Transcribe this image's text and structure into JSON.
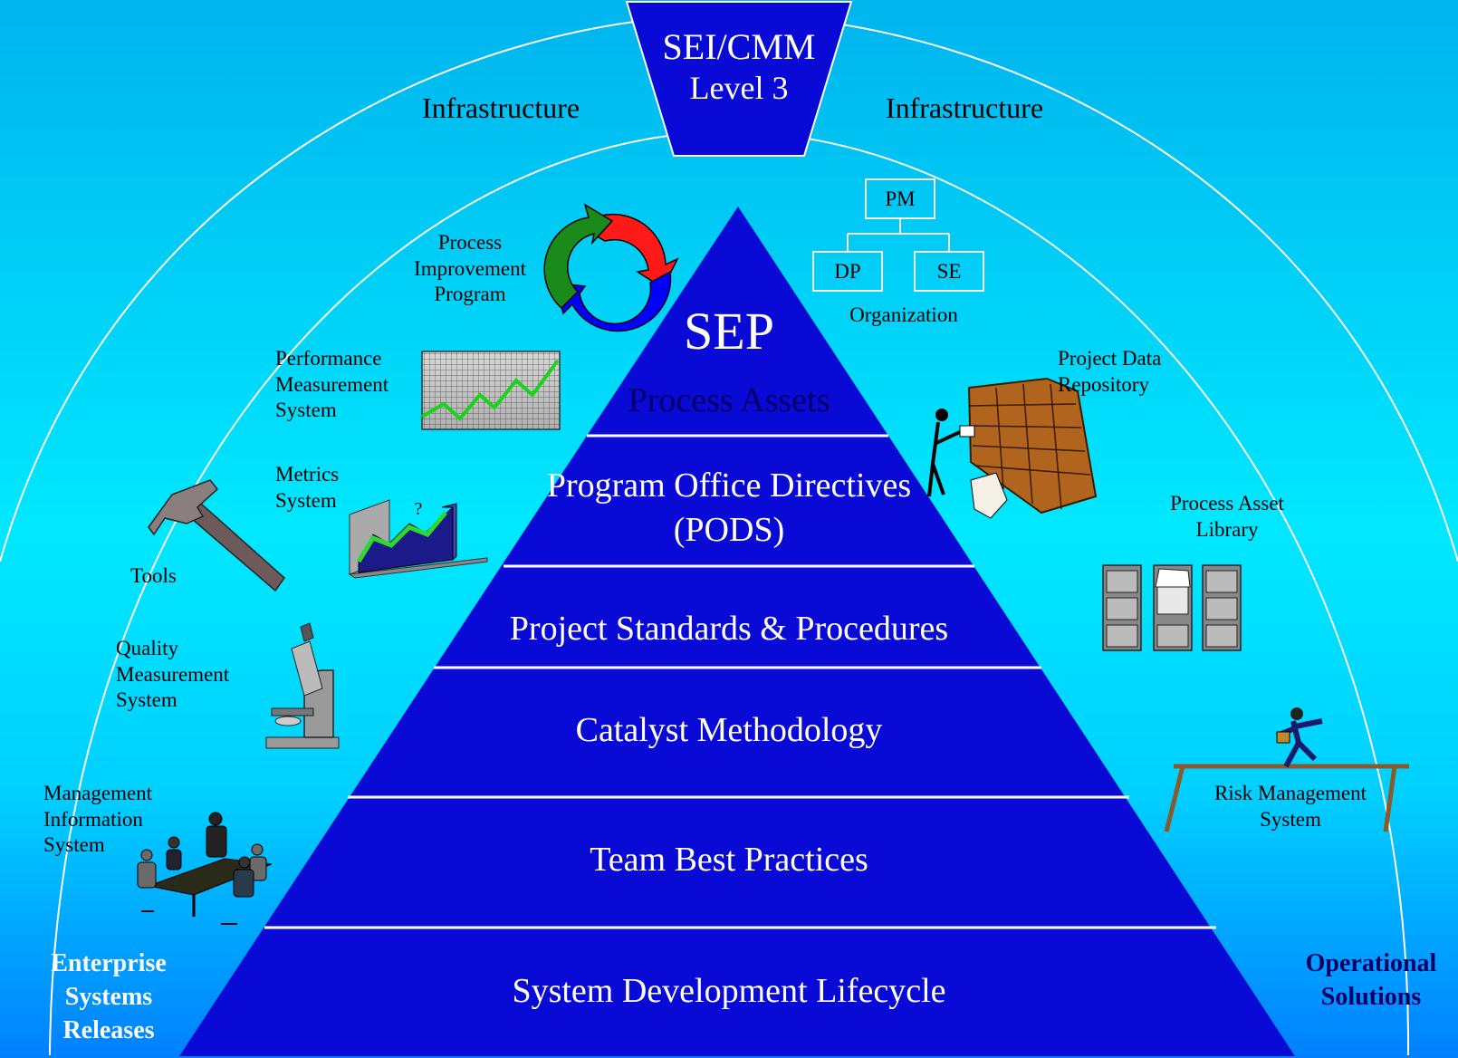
{
  "colors": {
    "sky_top": "#00b4ee",
    "sky_mid": "#00e6ff",
    "sky_bottom": "#0080ff",
    "pyramid": "#0a0ad6",
    "corner_left": "#ffffff",
    "corner_right": "#000066"
  },
  "banner": {
    "line1": "SEI/CMM",
    "line2": "Level 3"
  },
  "infrastructure": {
    "left": "Infrastructure",
    "right": "Infrastructure"
  },
  "pyramid": {
    "apex_title": "SEP",
    "tiers": [
      "Process Assets",
      "Program Office Directives (PODS)",
      "Project Standards & Procedures",
      "Catalyst Methodology",
      "Team Best Practices",
      "System Development Lifecycle"
    ]
  },
  "org_chart": {
    "top": "PM",
    "left": "DP",
    "right": "SE",
    "caption": "Organization"
  },
  "left_items": {
    "process_improvement": [
      "Process",
      "Improvement",
      "Program"
    ],
    "performance_measurement": [
      "Performance",
      "Measurement",
      "System"
    ],
    "metrics": [
      "Metrics",
      "System"
    ],
    "tools": [
      "Tools"
    ],
    "quality_measurement": [
      "Quality",
      "Measurement",
      "System"
    ],
    "management_information": [
      "Management",
      "Information",
      "System"
    ],
    "metrics_chart_mark": "?"
  },
  "right_items": {
    "project_data_repository": [
      "Project Data",
      "Repository"
    ],
    "process_asset_library": [
      "Process Asset",
      "Library"
    ],
    "risk_management": [
      "Risk Management",
      "System"
    ]
  },
  "corners": {
    "left": [
      "Enterprise",
      "Systems",
      "Releases"
    ],
    "right": [
      "Operational",
      "Solutions"
    ]
  },
  "icons": [
    "cycle-arrows-icon",
    "line-graph-icon",
    "bar-chart-icon",
    "hammer-icon",
    "microscope-icon",
    "meeting-icon",
    "file-shelf-icon",
    "file-cabinets-icon",
    "tightrope-icon"
  ]
}
